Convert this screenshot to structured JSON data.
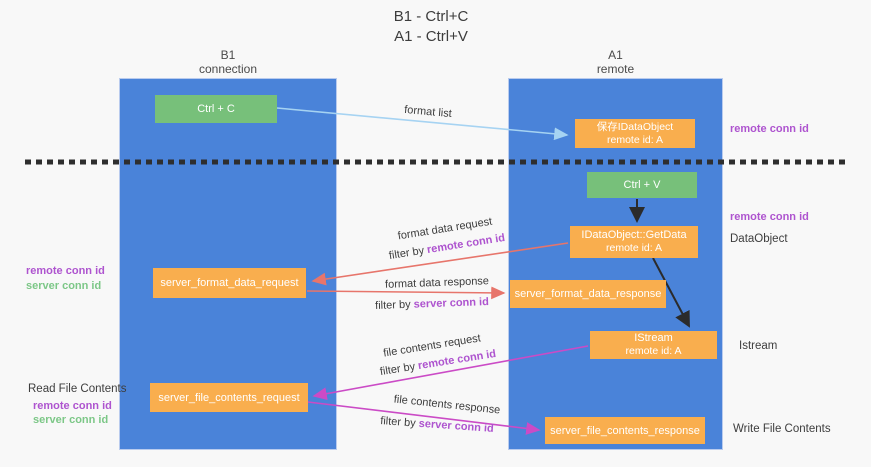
{
  "title": {
    "line1": "B1 - Ctrl+C",
    "line2": "A1 - Ctrl+V"
  },
  "lanes": {
    "left": {
      "title": "B1",
      "subtitle": "connection"
    },
    "right": {
      "title": "A1",
      "subtitle": "remote"
    }
  },
  "nodes": {
    "ctrl_c": {
      "label": "Ctrl + C"
    },
    "save_idataobject": {
      "line1": "保存IDataObject",
      "line2": "remote id: A"
    },
    "ctrl_v": {
      "label": "Ctrl + V"
    },
    "getdata": {
      "line1": "IDataObject::GetData",
      "line2": "remote id: A"
    },
    "server_format_data_request": {
      "label": "server_format_data_request"
    },
    "server_format_data_response": {
      "label": "server_format_data_response"
    },
    "istream": {
      "line1": "IStream",
      "line2": "remote id: A"
    },
    "server_file_contents_request": {
      "label": "server_file_contents_request"
    },
    "server_file_contents_response": {
      "label": "server_file_contents_response"
    }
  },
  "arrow_labels": {
    "format_list": "format list",
    "format_data_request": "format data request",
    "format_data_request_filter_prefix": "filter by ",
    "format_data_request_filter_key": "remote conn id",
    "format_data_response": "format data response",
    "format_data_response_filter_prefix": "filter by ",
    "format_data_response_filter_key": "server conn id",
    "file_contents_request": "file contents request",
    "file_contents_request_filter_prefix": "filter by ",
    "file_contents_request_filter_key": "remote conn id",
    "file_contents_response": "file contents response",
    "file_contents_response_filter_prefix": "filter by ",
    "file_contents_response_filter_key": "server conn id"
  },
  "side_labels": {
    "right_remote_conn_id_top": "remote conn id",
    "right_remote_conn_id_mid": "remote conn id",
    "dataobject": "DataObject",
    "istream": "Istream",
    "write_file_contents": "Write File Contents",
    "left_remote_conn_id_top": "remote conn id",
    "left_server_conn_id_top": "server conn id",
    "read_file_contents": "Read File Contents",
    "left_remote_conn_id_bottom": "remote conn id",
    "left_server_conn_id_bottom": "server conn id"
  },
  "colors": {
    "lane_blue": "#4a83d9",
    "box_orange": "#f9ae4e",
    "box_green": "#77c07a",
    "conn_id_purple": "#ae54cf",
    "conn_id_green": "#7cc787",
    "arrow_light_blue": "#a6d3f2",
    "arrow_salmon": "#e7756b",
    "arrow_magenta": "#cb4bc6",
    "arrow_black": "#2b2b2b",
    "dashed_divider": "#2e2e2e"
  }
}
